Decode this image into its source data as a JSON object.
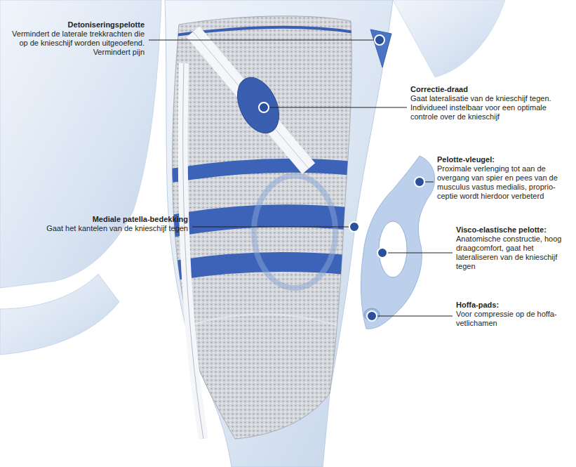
{
  "diagram": {
    "labels": [
      "Detoniseringspelotte",
      "Vermindert de laterale trekkrachten die op de knieschijf worden uitgeoefend. Vermindert pijn",
      "Correctie-draad",
      "Gaat lateralisatie van de knieschijf tegen. Individueel instelbaar voor een optimale controle over de knieschijf",
      "Pelotte-vleugel:",
      "Proximale verlenging tot aan de overgang van spier en pees van de musculus vastus medialis, proprio-ceptie wordt hierdoor verbeterd",
      "Mediale patella-bedekking",
      "Gaat het kantelen van de knieschijf tegen",
      "Visco-elastische pelotte:",
      "Anatomische constructie, hoog draagcomfort, gaat het lateraliseren van de knieschijf tegen",
      "Hoffa-pads:",
      "Voor compressie op de hoffa-vetlichamen"
    ]
  }
}
